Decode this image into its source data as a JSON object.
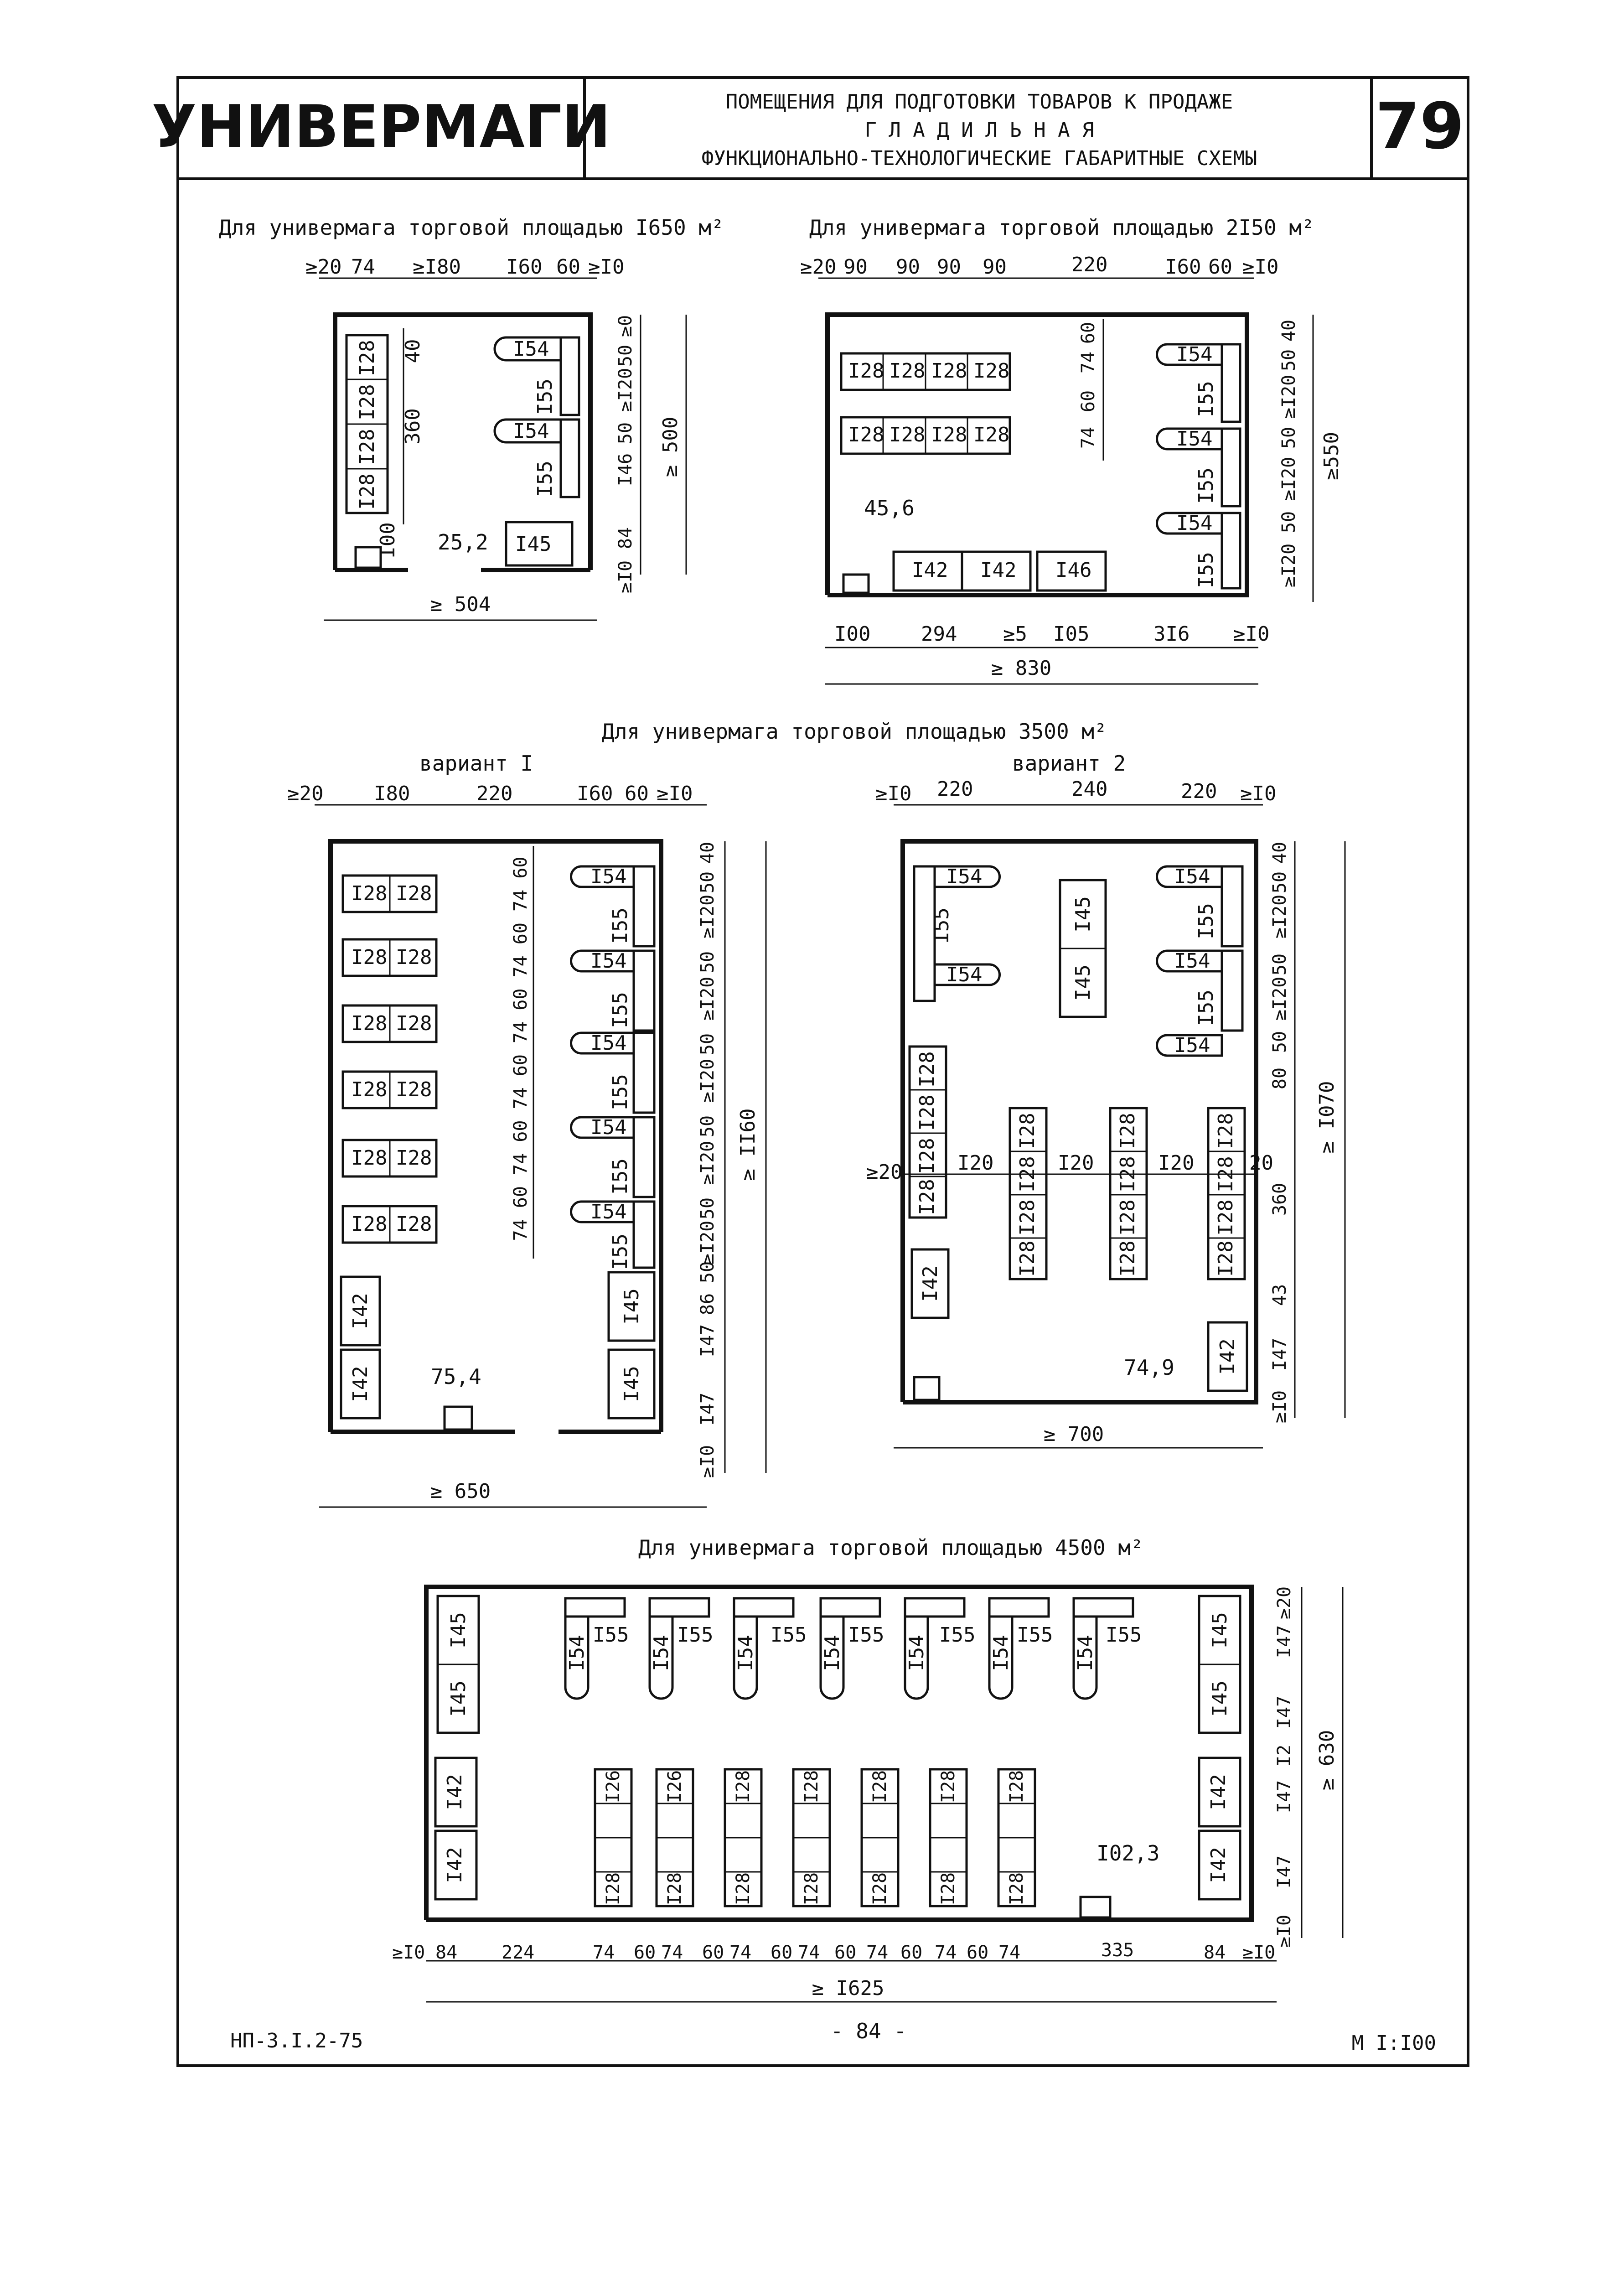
{
  "header": {
    "brand": "УНИВЕРМАГИ",
    "title_line1": "ПОМЕЩЕНИЯ ДЛЯ ПОДГОТОВКИ ТОВАРОВ К ПРОДАЖЕ",
    "title_line2": "Г Л А Д И Л Ь Н А Я",
    "title_line3": "ФУНКЦИОНАЛЬНО-ТЕХНОЛОГИЧЕСКИЕ ГАБАРИТНЫЕ СХЕМЫ",
    "sheet_number": "79"
  },
  "plans": {
    "p1650": {
      "caption": "Для универмага торговой площадью I650 м²",
      "area": "25,2",
      "top_dims": [
        "≥20",
        "74",
        "≥I80",
        "I60",
        "60",
        "≥I0"
      ],
      "right_dims": [
        "≥0",
        "50",
        "≥I20",
        "50",
        "I46",
        "84",
        "≥I0"
      ],
      "total_right": "≥ 500",
      "total_bottom": "≥ 504",
      "left_vertical": [
        "40",
        "360",
        "I00"
      ],
      "labels": {
        "i128": "I28",
        "i154": "I54",
        "i155": "I55",
        "i145": "I45"
      }
    },
    "p2150": {
      "caption": "Для универмага торговой площадью  2I50 м²",
      "area": "45,6",
      "top_dims": [
        "≥20",
        "90",
        "90",
        "90",
        "90",
        "220",
        "I60",
        "60",
        "≥I0"
      ],
      "right_dims": [
        "40",
        "50",
        "≥I20",
        "50",
        "≥I20",
        "50",
        "≥I20"
      ],
      "total_right": "≥550",
      "bottom_dims": [
        "I00",
        "294",
        "≥5",
        "I05",
        "3I6",
        "≥I0"
      ],
      "total_bottom": "≥ 830",
      "inner_vertical": [
        "60",
        "74",
        "60",
        "74"
      ],
      "labels": {
        "i128": "I28",
        "i154": "I54",
        "i155": "I55",
        "i142": "I42",
        "i146": "I46"
      }
    },
    "caption_3500": "Для универмага торговой площадью 3500 м²",
    "p3500_v1": {
      "variant": "вариант I",
      "area": "75,4",
      "top_dims": [
        "≥20",
        "I80",
        "220",
        "I60",
        "60",
        "≥I0"
      ],
      "right_dims": [
        "40",
        "50",
        "≥I20",
        "50",
        "≥I20",
        "50",
        "≥I20",
        "50",
        "≥I20",
        "50",
        "≥I20",
        "50",
        "86",
        "I47",
        "I47",
        "≥I0"
      ],
      "total_right": "≥ II60",
      "total_bottom": "≥ 650",
      "inner_vertical": "74 60 74 60 74 60 74 60 74 60 74 60",
      "labels": {
        "i128": "I28",
        "i154": "I54",
        "i155": "I55",
        "i142": "I42",
        "i145": "I45"
      }
    },
    "p3500_v2": {
      "variant": "вариант 2",
      "area": "74,9",
      "top_dims": [
        "≥I0",
        "220",
        "240",
        "220",
        "≥I0"
      ],
      "right_dims": [
        "40",
        "50",
        "≥I20",
        "50",
        "≥I20",
        "50",
        "80",
        "360",
        "43",
        "I47",
        "≥I0"
      ],
      "total_right": "≥ I070",
      "total_bottom": "≥ 700",
      "side_dims": [
        "≥20",
        "I20",
        "I20",
        "I20",
        "20"
      ],
      "labels": {
        "i128": "I28",
        "i154": "I54",
        "i155": "I55",
        "i142": "I42",
        "i145": "I45"
      }
    },
    "p4500": {
      "caption": "Для универмага торговой площадью 4500 м²",
      "area": "I02,3",
      "bottom_dims": [
        "≥I0",
        "84",
        "224",
        "74",
        "60",
        "74",
        "60",
        "74",
        "60",
        "74",
        "60",
        "74",
        "60",
        "74",
        "60",
        "74",
        "335",
        "84",
        "≥I0"
      ],
      "total_bottom": "≥ I625",
      "right_dims": [
        "≥20",
        "I47",
        "I47",
        "I2",
        "I47",
        "I47",
        "≥I0"
      ],
      "total_right": "≥ 630",
      "labels": {
        "i128": "I28",
        "i126": "I26",
        "i154": "I54",
        "i155": "I55",
        "i142": "I42",
        "i145": "I45"
      }
    }
  },
  "footer": {
    "code": "НП-3.I.2-75",
    "page": "- 84 -",
    "scale": "М I:I00"
  }
}
